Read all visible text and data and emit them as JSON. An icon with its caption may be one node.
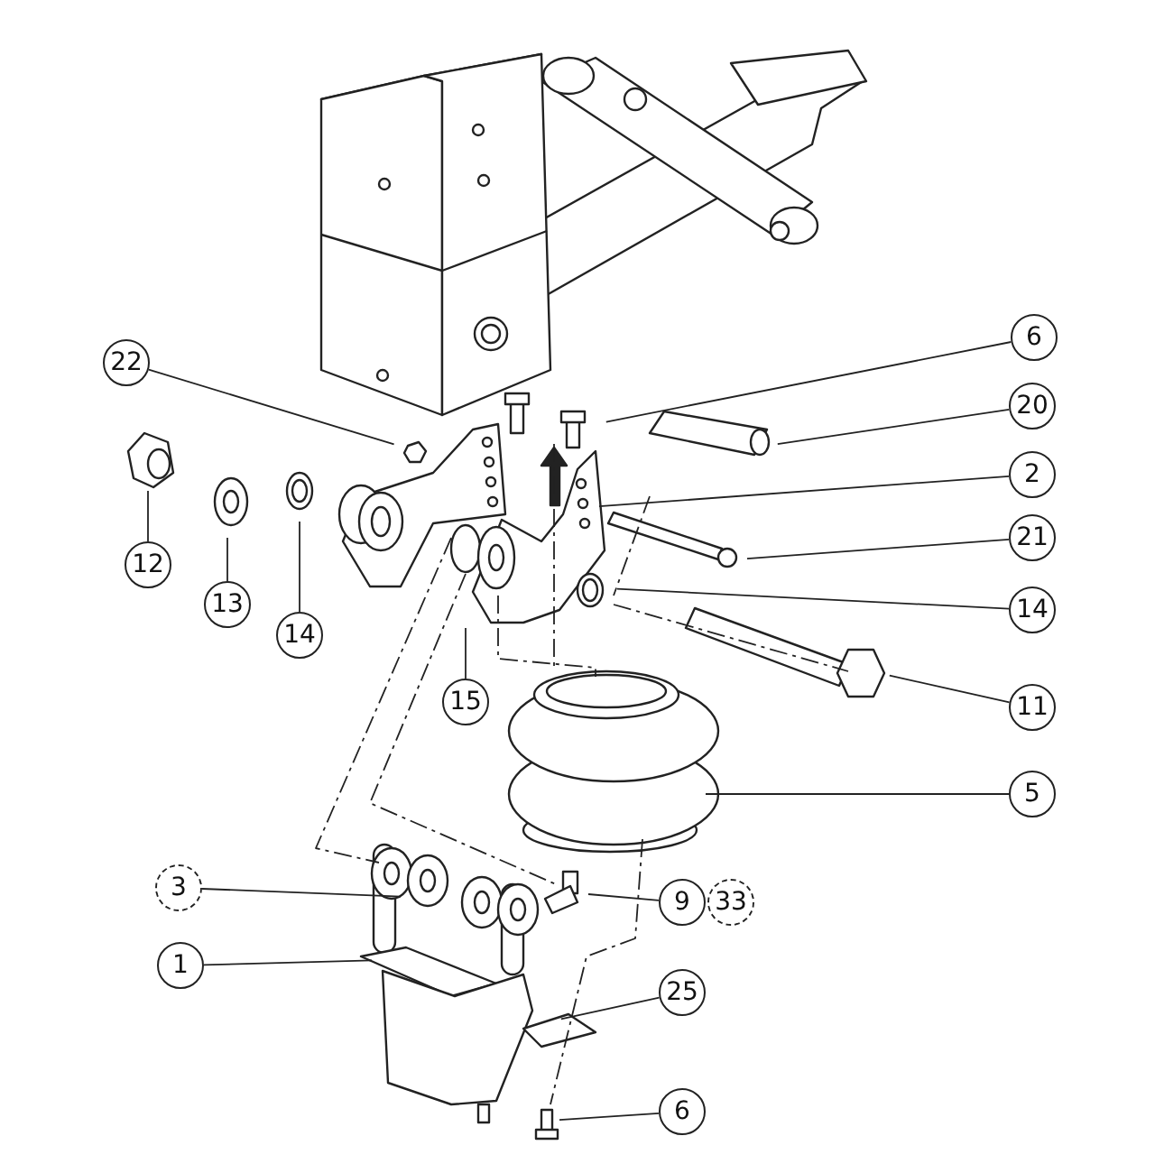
{
  "diagram": {
    "nodes": [
      {
        "text": [
          "6"
        ]
      },
      {
        "text": [
          "22"
        ]
      },
      {
        "text": [
          "20"
        ]
      },
      {
        "text": [
          "2"
        ]
      },
      {
        "text": [
          "21"
        ]
      },
      {
        "text": [
          "12"
        ]
      },
      {
        "text": [
          "13"
        ]
      },
      {
        "text": [
          "14"
        ]
      },
      {
        "text": [
          "14"
        ]
      },
      {
        "text": [
          "15"
        ]
      },
      {
        "text": [
          "11"
        ]
      },
      {
        "text": [
          "5"
        ]
      },
      {
        "text": [
          "3"
        ]
      },
      {
        "text": [
          "9"
        ]
      },
      {
        "text": [
          "33"
        ]
      },
      {
        "text": [
          "1"
        ]
      },
      {
        "text": [
          "25"
        ]
      },
      {
        "text": [
          "6"
        ]
      }
    ],
    "edges": [
      {
        "from": 0,
        "to": null,
        "arrow": "none"
      },
      {
        "from": 1,
        "to": null,
        "arrow": "none"
      },
      {
        "from": 2,
        "to": null,
        "arrow": "none"
      },
      {
        "from": 3,
        "to": null,
        "arrow": "none"
      },
      {
        "from": 4,
        "to": null,
        "arrow": "none"
      },
      {
        "from": 5,
        "to": null,
        "arrow": "none"
      },
      {
        "from": 6,
        "to": null,
        "arrow": "none"
      },
      {
        "from": 7,
        "to": null,
        "arrow": "none"
      },
      {
        "from": 8,
        "to": null,
        "arrow": "none"
      },
      {
        "from": 9,
        "to": null,
        "arrow": "none"
      },
      {
        "from": 10,
        "to": null,
        "arrow": "none"
      },
      {
        "from": 11,
        "to": null,
        "arrow": "none"
      },
      {
        "from": 12,
        "to": null,
        "arrow": "none"
      },
      {
        "from": 13,
        "to": null,
        "arrow": "none"
      },
      {
        "from": 15,
        "to": null,
        "arrow": "none"
      },
      {
        "from": 16,
        "to": null,
        "arrow": "none"
      },
      {
        "from": 17,
        "to": null,
        "arrow": "none"
      }
    ]
  }
}
